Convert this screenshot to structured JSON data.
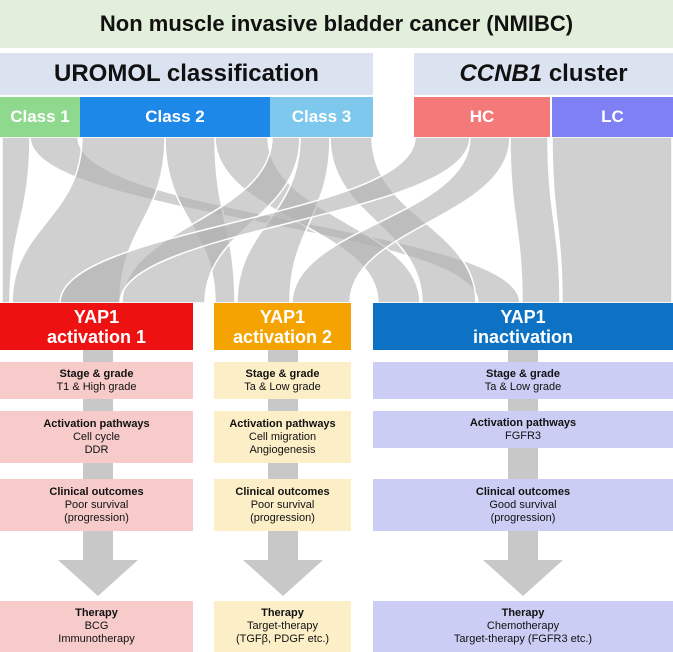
{
  "title": "Non muscle invasive bladder cancer (NMIBC)",
  "headers": {
    "uromol": "UROMOL classification",
    "ccnb1_italic": "CCNB1",
    "ccnb1_rest": " cluster"
  },
  "classes": {
    "class1": "Class 1",
    "class2": "Class 2",
    "class3": "Class 3",
    "hc": "HC",
    "lc": "LC"
  },
  "colors": {
    "class1": "#8fd98f",
    "class2": "#1e88e8",
    "class3": "#7ec8ee",
    "hc": "#f47a7a",
    "lc": "#8080f5",
    "yap1": "#ee1111",
    "yap2": "#f4a300",
    "yap3": "#0d72c4",
    "box1": "#f8cbcb",
    "box2": "#fcefc8",
    "box3": "#cccdf5",
    "flow": "#b4b4b4"
  },
  "groups": [
    {
      "line1": "YAP1",
      "line2": "activation 1",
      "stage_h": "Stage & grade",
      "stage_v": "T1 & High grade",
      "path_h": "Activation pathways",
      "path_l1": "Cell cycle",
      "path_l2": "DDR",
      "clin_h": "Clinical outcomes",
      "clin_l1": "Poor survival",
      "clin_l2": "(progression)",
      "ther_h": "Therapy",
      "ther_l1": "BCG",
      "ther_l2": "Immunotherapy"
    },
    {
      "line1": "YAP1",
      "line2": "activation 2",
      "stage_h": "Stage & grade",
      "stage_v": "Ta & Low grade",
      "path_h": "Activation pathways",
      "path_l1": "Cell migration",
      "path_l2": "Angiogenesis",
      "clin_h": "Clinical outcomes",
      "clin_l1": "Poor survival",
      "clin_l2": "(progression)",
      "ther_h": "Therapy",
      "ther_l1": "Target-therapy",
      "ther_l2": "(TGFβ, PDGF etc.)"
    },
    {
      "line1": "YAP1",
      "line2": "inactivation",
      "stage_h": "Stage & grade",
      "stage_v": "Ta & Low grade",
      "path_h": "Activation pathways",
      "path_l1": "FGFR3",
      "path_l2": "",
      "clin_h": "Clinical outcomes",
      "clin_l1": "Good survival",
      "clin_l2": "(progression)",
      "ther_h": "Therapy",
      "ther_l1": "Chemotherapy",
      "ther_l2": "Target-therapy (FGFR3 etc.)"
    }
  ]
}
